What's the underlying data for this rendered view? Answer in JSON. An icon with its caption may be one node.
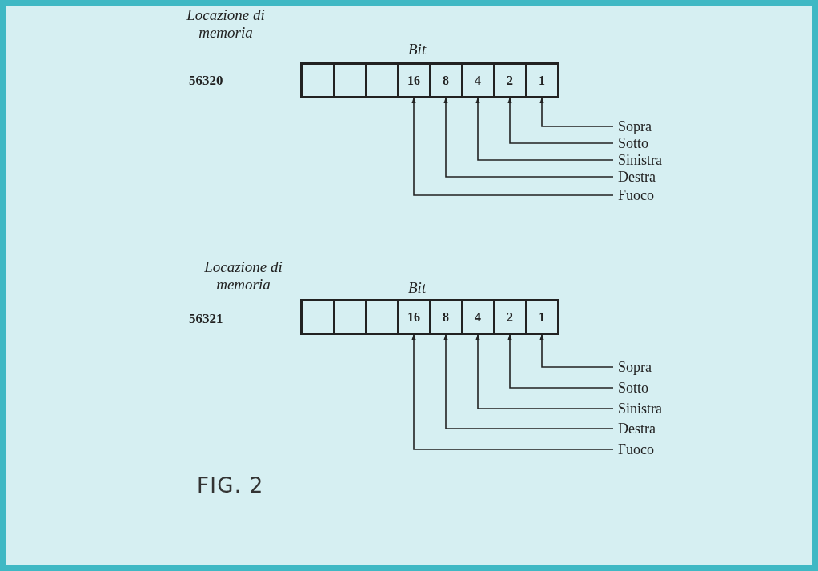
{
  "diagram": {
    "nodes": [
      {
        "text": [],
        "shape": "box"
      },
      {
        "text": [],
        "shape": "box"
      },
      {
        "text": [],
        "shape": "box"
      },
      {
        "text": [
          "16"
        ]
      },
      {
        "text": [
          "8"
        ]
      },
      {
        "text": [
          "4"
        ]
      },
      {
        "text": [
          "2"
        ]
      },
      {
        "text": [
          "1"
        ]
      },
      {
        "text": [
          "Sopra"
        ]
      },
      {
        "text": [
          "Sotto"
        ]
      },
      {
        "text": [
          "Sinistra"
        ]
      },
      {
        "text": [
          "Destra"
        ]
      },
      {
        "text": [
          "Fuoco"
        ]
      },
      {
        "text": [],
        "shape": "box"
      },
      {
        "text": [],
        "shape": "box"
      },
      {
        "text": [],
        "shape": "box"
      },
      {
        "text": [
          "16"
        ]
      },
      {
        "text": [
          "8"
        ]
      },
      {
        "text": [
          "4"
        ]
      },
      {
        "text": [
          "2"
        ]
      },
      {
        "text": [
          "1"
        ]
      },
      {
        "text": [
          "Sopra"
        ]
      },
      {
        "text": [
          "Sotto"
        ]
      },
      {
        "text": [
          "Sinistra"
        ]
      },
      {
        "text": [
          "Destra"
        ]
      },
      {
        "text": [
          "Fuoco"
        ]
      }
    ],
    "edges": [
      {
        "from": 8,
        "to": 7,
        "arrow": "to"
      },
      {
        "from": 9,
        "to": 6,
        "arrow": "to"
      },
      {
        "from": 10,
        "to": 5,
        "arrow": "to"
      },
      {
        "from": 11,
        "to": 4,
        "arrow": "to"
      },
      {
        "from": 12,
        "to": 3,
        "arrow": "to"
      },
      {
        "from": 21,
        "to": 20,
        "arrow": "to"
      },
      {
        "from": 22,
        "to": 19,
        "arrow": "to"
      },
      {
        "from": 23,
        "to": 18,
        "arrow": "to"
      },
      {
        "from": 24,
        "to": 17,
        "arrow": "to"
      },
      {
        "from": 25,
        "to": 16,
        "arrow": "to"
      }
    ],
    "labels": [
      "Locazione di memoria",
      "Bit",
      "56320",
      "Locazione di memoria",
      "Bit",
      "56321",
      "FIG. 2"
    ]
  }
}
